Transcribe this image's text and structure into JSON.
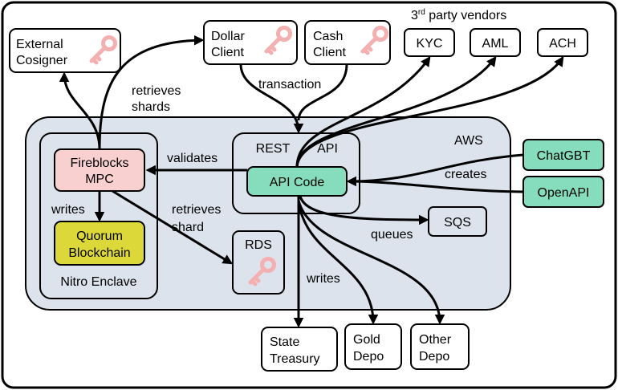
{
  "colors": {
    "aws_fill": "#dde3ec",
    "mpc_fill": "#f8d0d0",
    "quorum_fill": "#dcd83a",
    "api_fill": "#86ddbe",
    "key_color": "#f4b0b0",
    "box_fill": "#ffffff"
  },
  "nodes": {
    "external_cosigner": [
      "External",
      "Cosigner"
    ],
    "dollar_client": [
      "Dollar",
      "Client"
    ],
    "cash_client": [
      "Cash",
      "Client"
    ],
    "vendors_title_base": "3",
    "vendors_title_sup": "rd",
    "vendors_title_rest": " party vendors",
    "kyc": "KYC",
    "aml": "AML",
    "ach": "ACH",
    "aws": "AWS",
    "rest_api_left": "REST",
    "rest_api_right": "API",
    "api_code": "API Code",
    "chatgbt": "ChatGBT",
    "openapi": "OpenAPI",
    "fireblocks": [
      "Fireblocks",
      "MPC"
    ],
    "quorum": [
      "Quorum",
      "Blockchain"
    ],
    "nitro_enclave": "Nitro Enclave",
    "rds": "RDS",
    "sqs": "SQS",
    "state_treasury": [
      "State",
      "Treasury"
    ],
    "gold_depo": [
      "Gold",
      "Depo"
    ],
    "other_depo": [
      "Other",
      "Depo"
    ]
  },
  "edge_labels": {
    "retrieves_shards": [
      "retrieves",
      "shards"
    ],
    "transaction": "transaction",
    "validates": "validates",
    "creates": "creates",
    "writes_enclave": "writes",
    "retrieves_shard": [
      "retrieves",
      "shard"
    ],
    "queues": "queues",
    "writes_api": "writes"
  }
}
